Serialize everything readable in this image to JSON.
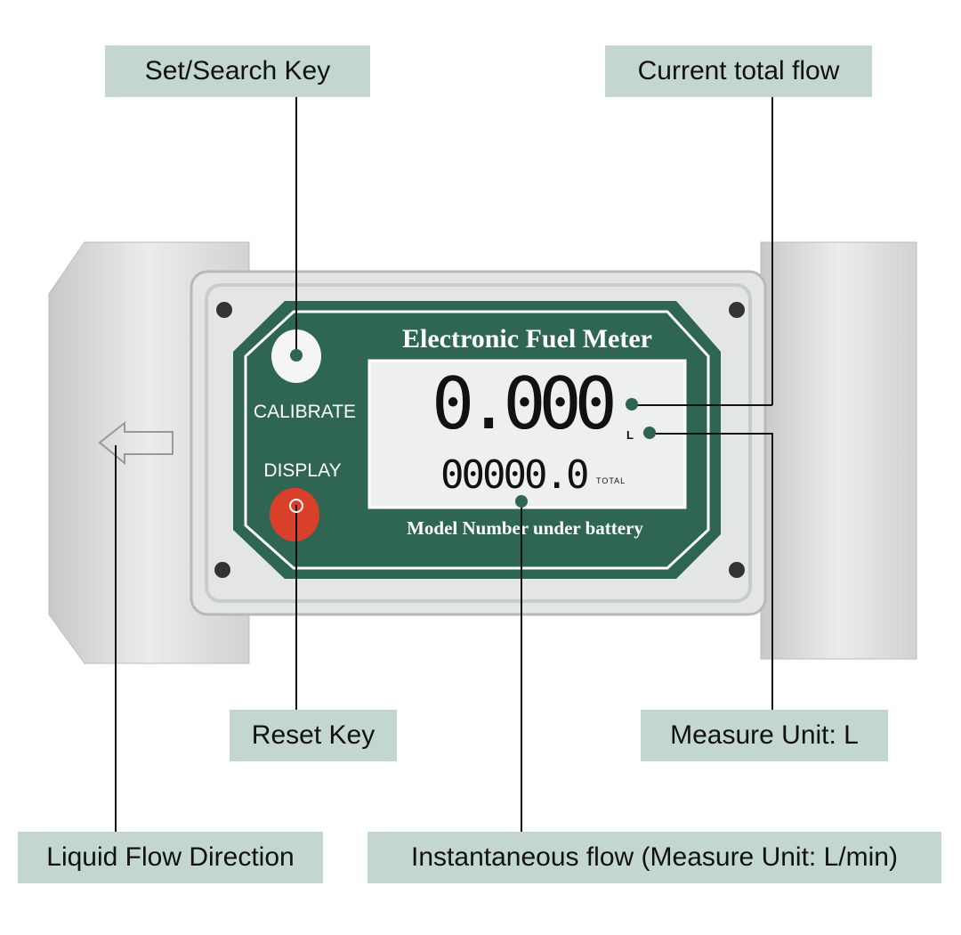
{
  "labels": {
    "set_search_key": "Set/Search Key",
    "current_total_flow": "Current total flow",
    "reset_key": "Reset Key",
    "measure_unit": "Measure Unit: L",
    "flow_direction": "Liquid Flow Direction",
    "instantaneous_flow": "Instantaneous flow (Measure Unit: L/min)"
  },
  "meter": {
    "title": "Electronic Fuel Meter",
    "calibrate": "CALIBRATE",
    "display": "DISPLAY",
    "main_reading": "0.000",
    "unit": "L",
    "total_reading": "00000.0",
    "total_label": "TOTAL",
    "footer": "Model Number under battery"
  },
  "colors": {
    "label_bg": "#c3d6cf",
    "plate_green": "#2f6553",
    "reset_button": "#d9402a"
  }
}
